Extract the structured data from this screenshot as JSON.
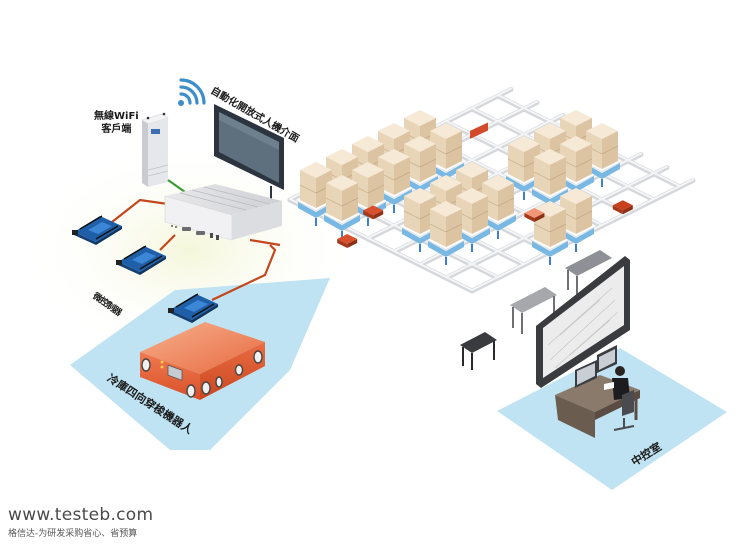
{
  "diagram": {
    "title": "Cold storage four-way shuttle robot automation system",
    "labels": {
      "wifi_client_line1": "無線WiFi",
      "wifi_client_line2": "客戶端",
      "hmi": "自動化開放式人機介面",
      "microcontroller": "微控制器",
      "robot": "冷庫四向穿梭機器人",
      "control_room": "中控室"
    },
    "components": [
      {
        "id": "wifi-client",
        "name": "Wireless WiFi client (access point)"
      },
      {
        "id": "wifi-signal",
        "name": "WiFi signal"
      },
      {
        "id": "hmi",
        "name": "Automated open HMI panel"
      },
      {
        "id": "industrial-pc",
        "name": "Fanless industrial PC"
      },
      {
        "id": "microcontrollers",
        "name": "Microcontroller boards",
        "count": 3
      },
      {
        "id": "shuttle-robot",
        "name": "Cold storage four-way shuttle robot"
      },
      {
        "id": "warehouse-racks",
        "name": "Racking grid with pallets and shuttles"
      },
      {
        "id": "control-room",
        "name": "Central control room with operator and video wall"
      }
    ],
    "colors": {
      "floor_blue": "#bfe3f2",
      "cable_red": "#c4461d",
      "cable_green": "#3a9a3a",
      "wifi_blue": "#3d8fcb",
      "robot_orange": "#e8633a",
      "board_blue": "#1f5fa8",
      "box_tan": "#ecd9bf",
      "rack_blue": "#6aa9dd"
    }
  },
  "watermark": {
    "url": "www.testeb.com",
    "slogan": "格信达-为研发采购省心、省预算"
  }
}
